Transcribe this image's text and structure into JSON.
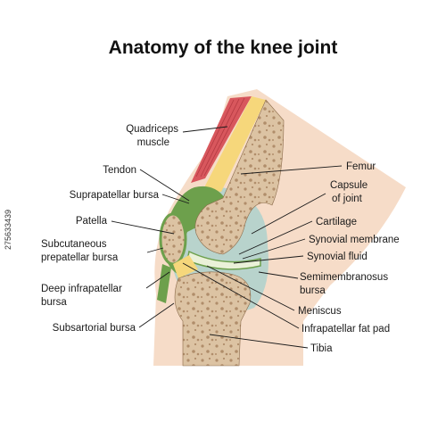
{
  "title": "Anatomy of the knee joint",
  "labels": {
    "quadriceps_1": "Quadriceps",
    "quadriceps_2": "muscle",
    "tendon": "Tendon",
    "suprapatellar": "Suprapatellar bursa",
    "patella": "Patella",
    "subcutaneous_1": "Subcutaneous",
    "subcutaneous_2": "prepatellar bursa",
    "deep_1": "Deep infrapatellar",
    "deep_2": "bursa",
    "subsartorial": "Subsartorial bursa",
    "femur": "Femur",
    "capsule_1": "Capsule",
    "capsule_2": "of joint",
    "cartilage": "Cartilage",
    "synovial_membrane": "Synovial membrane",
    "synovial_fluid": "Synovial fluid",
    "semimembranosus_1": "Semimembranosus",
    "semimembranosus_2": "bursa",
    "meniscus": "Meniscus",
    "fat_pad": "Infrapatellar fat pad",
    "tibia": "Tibia"
  },
  "stock_id": "275633439",
  "colors": {
    "skin": "#f6dcc8",
    "bone": "#dcc3a3",
    "bone_spot": "#b08d6a",
    "synovial": "#b8d3cc",
    "tendon_green": "#6da04c",
    "cartilage": "#eaf1d8",
    "fat_pad": "#f6d77b",
    "muscle_red": "#d8575d"
  }
}
